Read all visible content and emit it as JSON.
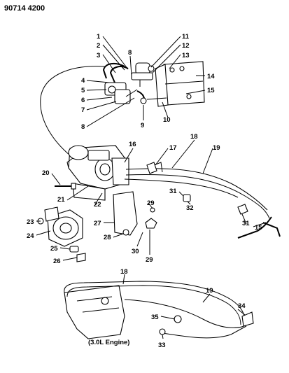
{
  "header": {
    "code": "90714 4200"
  },
  "caption": "(3.0L Engine)",
  "callouts": [
    "1",
    "2",
    "3",
    "4",
    "5",
    "6",
    "7",
    "8",
    "8",
    "9",
    "10",
    "11",
    "12",
    "13",
    "14",
    "15",
    "15",
    "16",
    "17",
    "18",
    "18",
    "19",
    "19",
    "20",
    "21",
    "22",
    "23",
    "24",
    "25",
    "26",
    "27",
    "28",
    "29",
    "29",
    "30",
    "31",
    "31",
    "32",
    "33",
    "34",
    "35"
  ]
}
